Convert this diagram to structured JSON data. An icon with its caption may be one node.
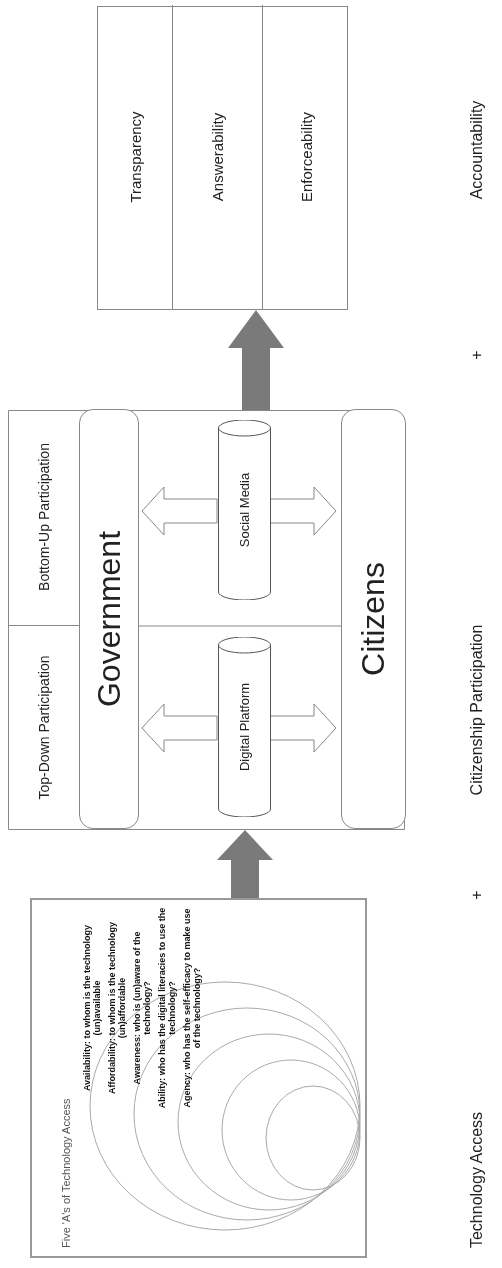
{
  "diagram": {
    "nodes": [
      {
        "text": [
          "Five 'A's of Technology Access",
          "Availability: to whom is the technology (un)available",
          "Affordability: to whom is the technology (un)affordable",
          "Awareness: who is (un)aware of the technology?",
          "Ability: who has the digital literacies to use the technology?",
          "Agency: who has the self-efficacy to make use of the technology?"
        ]
      },
      {
        "text": [],
        "shape": "box"
      },
      {
        "text": [
          "Top-Down Participation"
        ],
        "in": 1
      },
      {
        "text": [
          "Bottom-Up Participation"
        ],
        "in": 1
      },
      {
        "text": [
          "Government"
        ],
        "in": 1
      },
      {
        "text": [
          "Digital Platform"
        ],
        "in": 1
      },
      {
        "text": [
          "Social Media"
        ],
        "in": 1
      },
      {
        "text": [
          "Citizens"
        ],
        "in": 1
      },
      {
        "text": [],
        "shape": "box"
      },
      {
        "text": [
          "Transparency"
        ],
        "in": 8
      },
      {
        "text": [
          "Answerability"
        ],
        "in": 8
      },
      {
        "text": [
          "Enforceability"
        ],
        "in": 8
      }
    ],
    "edges": [
      {
        "from": 0,
        "to": 1,
        "arrow": "to",
        "style": "thick"
      },
      {
        "from": 5,
        "to": 4,
        "arrow": "to"
      },
      {
        "from": 5,
        "to": 7,
        "arrow": "to"
      },
      {
        "from": 6,
        "to": 4,
        "arrow": "to"
      },
      {
        "from": 6,
        "to": 7,
        "arrow": "to"
      },
      {
        "from": 1,
        "to": 8,
        "arrow": "to",
        "style": "thick"
      }
    ],
    "labels": [
      "Technology Access",
      "+",
      "Citizenship Participation",
      "+",
      "Accountability"
    ]
  }
}
